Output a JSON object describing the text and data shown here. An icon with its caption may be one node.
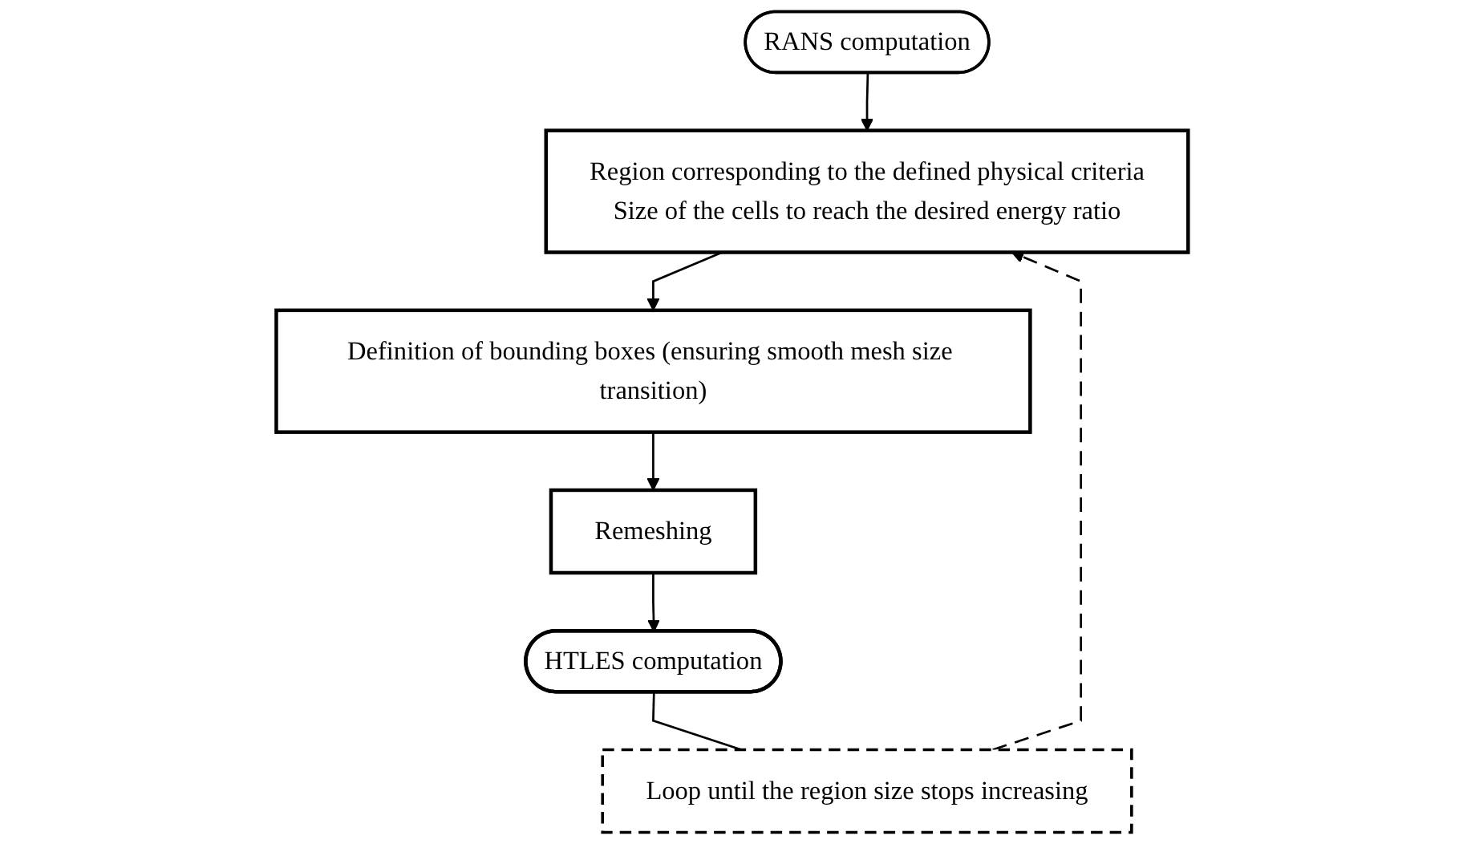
{
  "diagram": {
    "nodes": [
      {
        "text": [
          "RANS computation"
        ]
      },
      {
        "text": [
          "Region corresponding to the defined physical criteria",
          "Size of the cells to reach the desired energy ratio"
        ]
      },
      {
        "text": [
          "Definition of bounding boxes (ensuring smooth mesh size transition)"
        ]
      },
      {
        "text": [
          "Remeshing"
        ]
      },
      {
        "text": [
          "HTLES computation"
        ]
      },
      {
        "text": [
          "Loop until the region size stops increasing"
        ]
      }
    ],
    "edges": [
      {
        "from": 0,
        "to": 1,
        "arrow": "to"
      },
      {
        "from": 1,
        "to": 2,
        "arrow": "to"
      },
      {
        "from": 2,
        "to": 3,
        "arrow": "to"
      },
      {
        "from": 3,
        "to": 4,
        "arrow": "to"
      },
      {
        "from": 4,
        "to": 5,
        "arrow": "none"
      },
      {
        "from": 5,
        "to": 1,
        "arrow": "to",
        "style": "dashed"
      }
    ]
  }
}
